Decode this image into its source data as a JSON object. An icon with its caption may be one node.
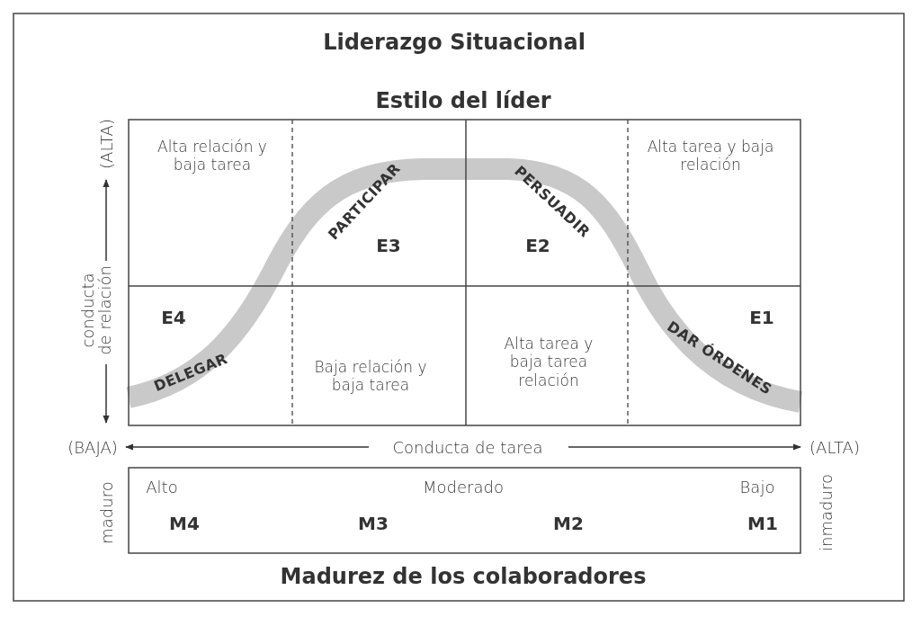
{
  "diagram": {
    "title": "Liderazgo Situacional",
    "labels": [
      "Estilo del líder",
      "(ALTA)",
      "Alta relación y baja tarea",
      "PARTICIPAR",
      "PERSUADIR",
      "Alta tarea y baja relación",
      "E3",
      "E2",
      "conducta de relación",
      "E4",
      "E1",
      "DAR ÓRDENES",
      "DELEGAR",
      "Baja relación y baja tarea",
      "Alta tarea y baja tarea relación",
      "(BAJA)",
      "Conducta de tarea",
      "(ALTA)",
      "maduro",
      "Alto",
      "Moderado",
      "Bajo",
      "inmaduro",
      "M4",
      "M3",
      "M2",
      "M1",
      "Madurez de los colaboradores"
    ]
  }
}
